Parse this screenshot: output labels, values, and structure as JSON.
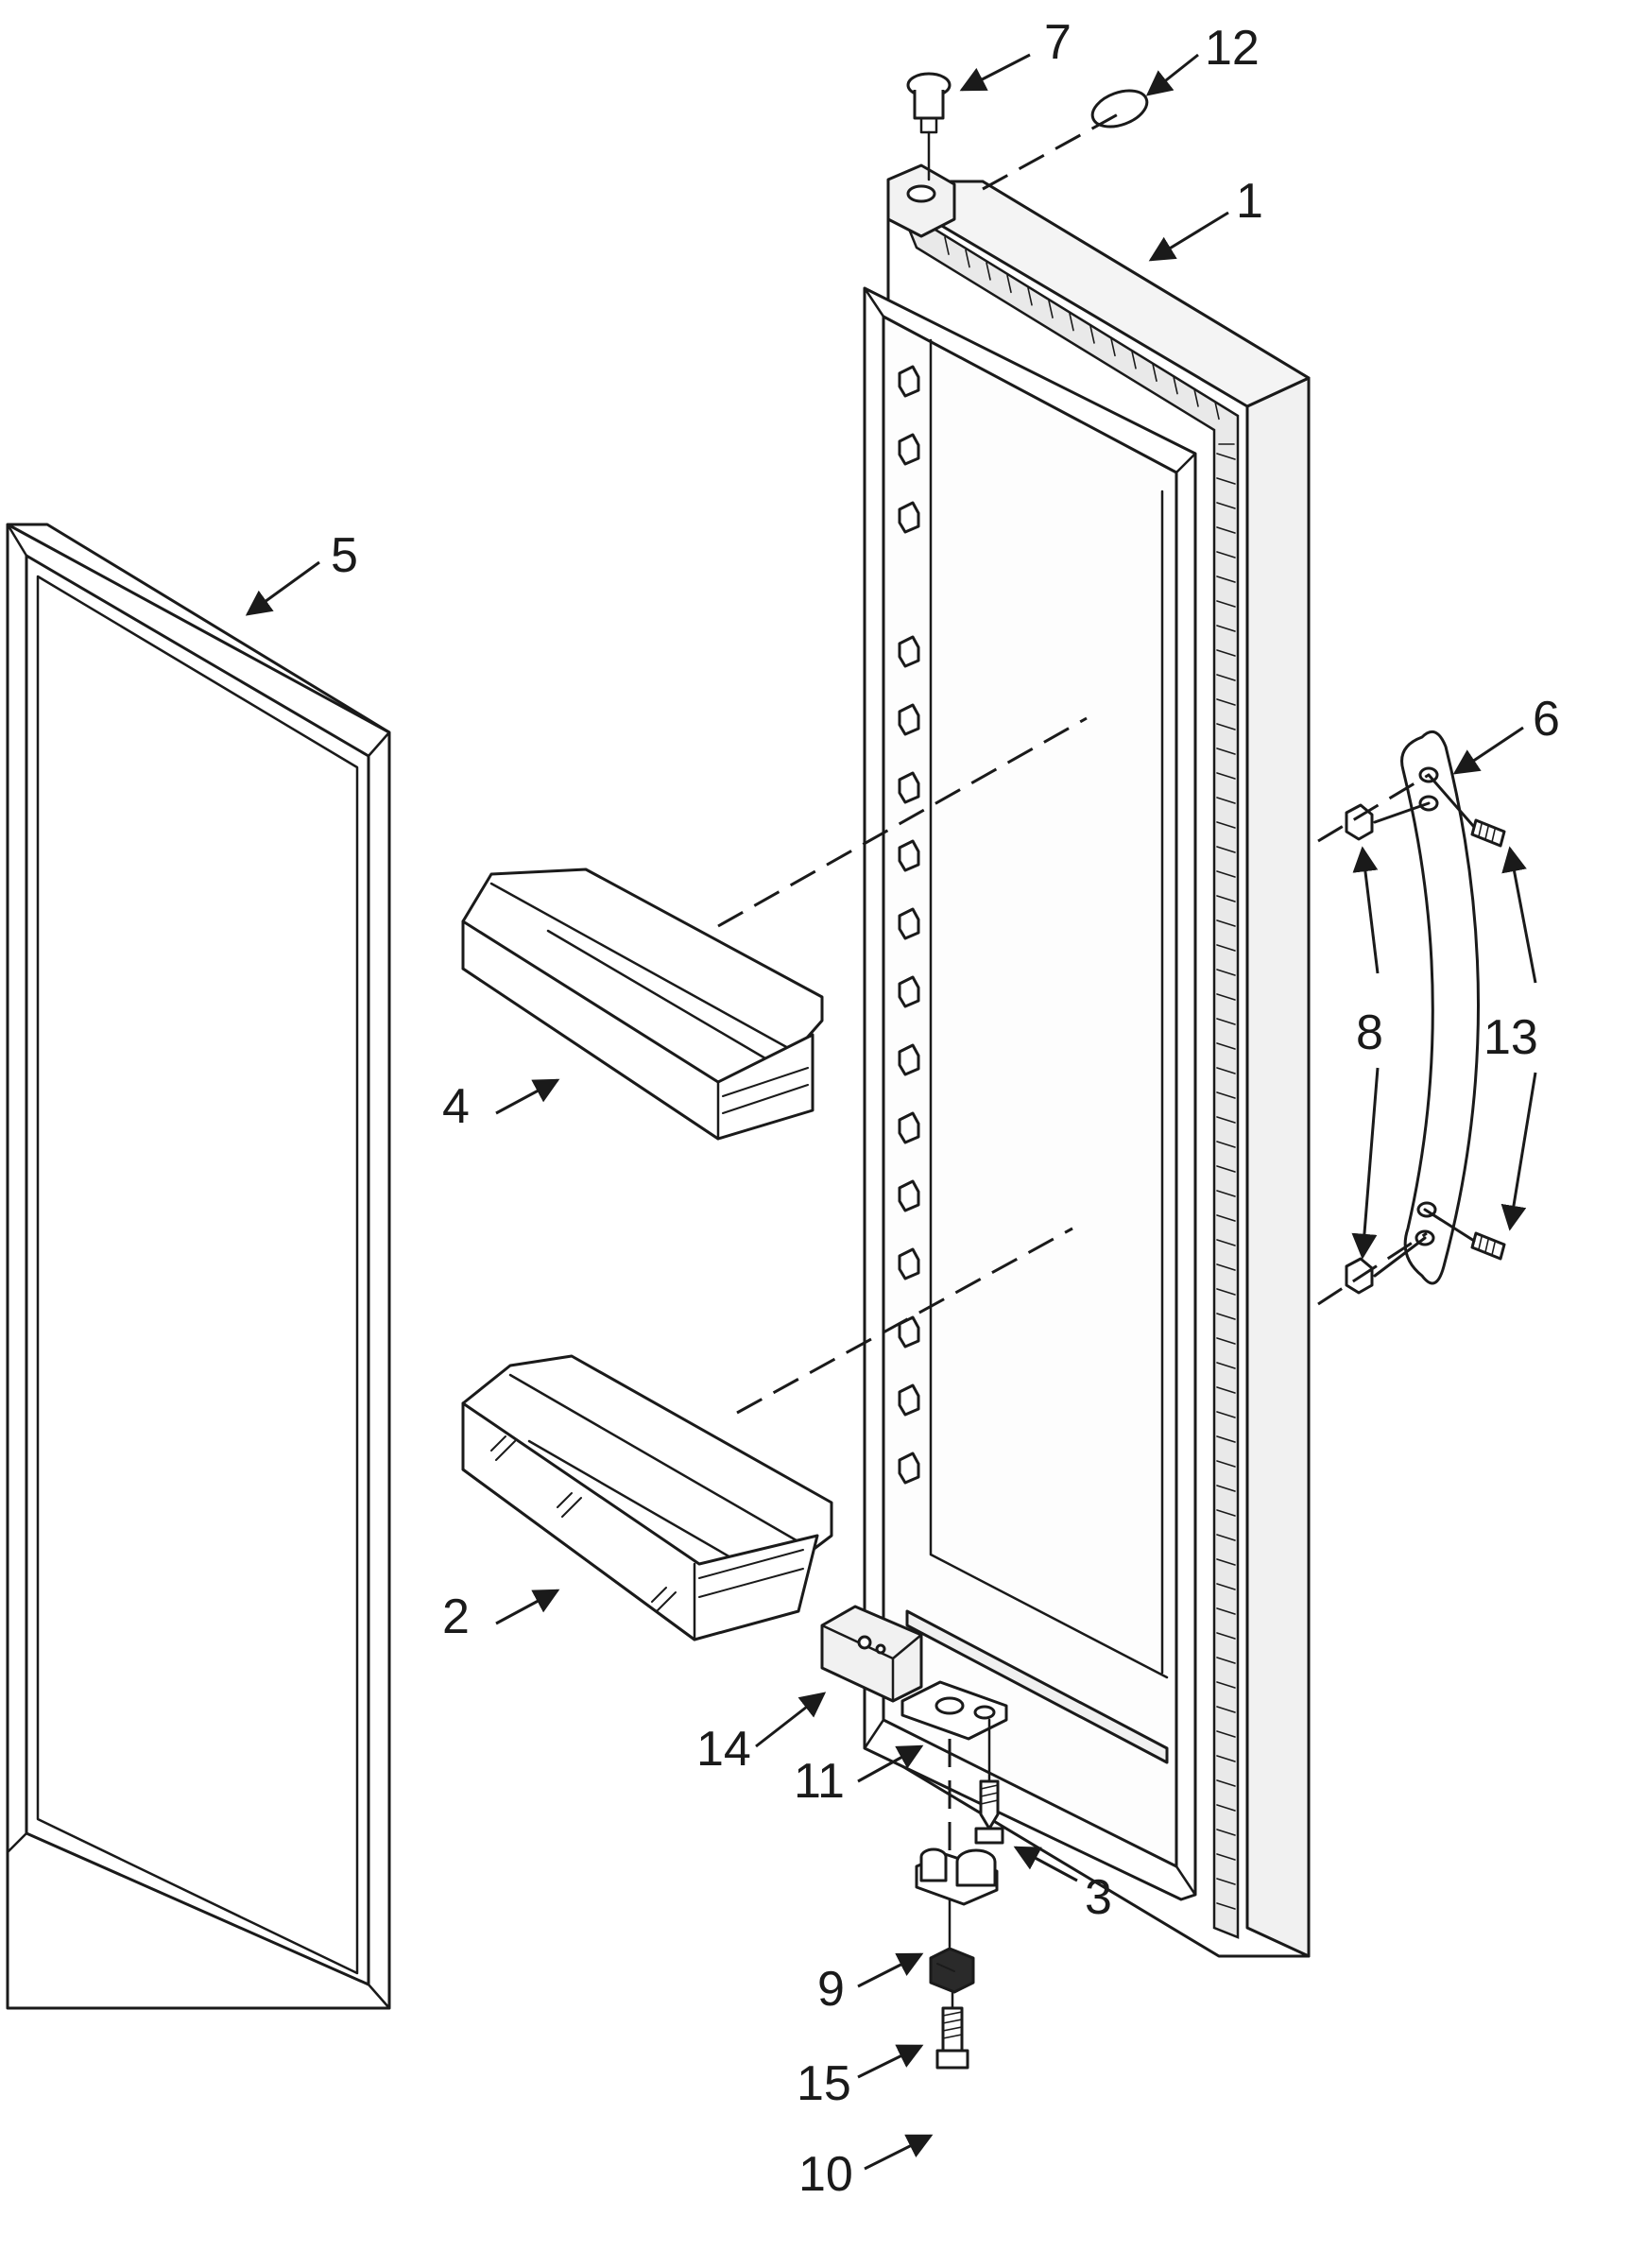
{
  "diagram": {
    "callouts": [
      {
        "id": "1",
        "label": "1"
      },
      {
        "id": "2",
        "label": "2"
      },
      {
        "id": "3",
        "label": "3"
      },
      {
        "id": "4",
        "label": "4"
      },
      {
        "id": "5",
        "label": "5"
      },
      {
        "id": "6",
        "label": "6"
      },
      {
        "id": "7",
        "label": "7"
      },
      {
        "id": "8",
        "label": "8"
      },
      {
        "id": "9",
        "label": "9"
      },
      {
        "id": "10",
        "label": "10"
      },
      {
        "id": "11",
        "label": "11"
      },
      {
        "id": "12",
        "label": "12"
      },
      {
        "id": "13",
        "label": "13"
      },
      {
        "id": "14",
        "label": "14"
      },
      {
        "id": "15",
        "label": "15"
      }
    ]
  },
  "colors": {
    "ink": "#1a1a1a",
    "background": "#ffffff",
    "shade": "#e9e9e9"
  }
}
